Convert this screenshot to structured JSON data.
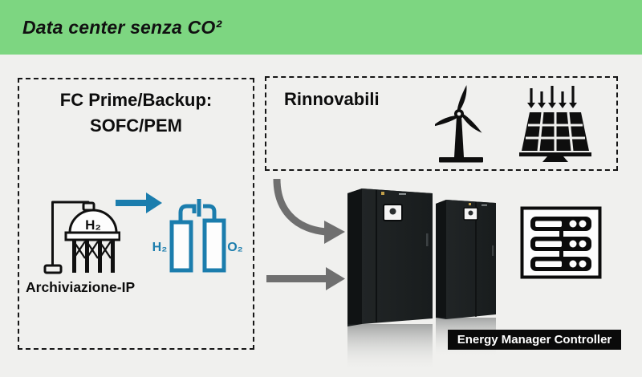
{
  "header": {
    "title": "Data center senza CO²"
  },
  "fc_box": {
    "title_line1": "FC Prime/Backup:",
    "title_line2": "SOFC/PEM",
    "tank_label": "H₂",
    "electrolyzer_h2_label": "H₂",
    "electrolyzer_o2_label": "O₂",
    "storage_label": "Archiviazione-IP"
  },
  "renewables_box": {
    "title": "Rinnovabili"
  },
  "controller": {
    "label": "Energy Manager Controller"
  },
  "icons": {
    "left": [
      "h2-storage-tank-icon",
      "flow-arrow-icon",
      "electrolyzer-cylinders-icon"
    ],
    "renewables": [
      "wind-turbine-icon",
      "solar-panel-icon"
    ],
    "right": [
      "server-rack-icon"
    ],
    "center": [
      "ups-cabinet-photo",
      "ups-cabinet-photo"
    ]
  },
  "colors": {
    "header_green": "#7dd681",
    "accent_blue": "#1b7dad",
    "arrow_gray": "#6f6f6f",
    "background": "#f0f0ee",
    "box_border": "#161616",
    "label_bg": "#0a0a0a"
  }
}
